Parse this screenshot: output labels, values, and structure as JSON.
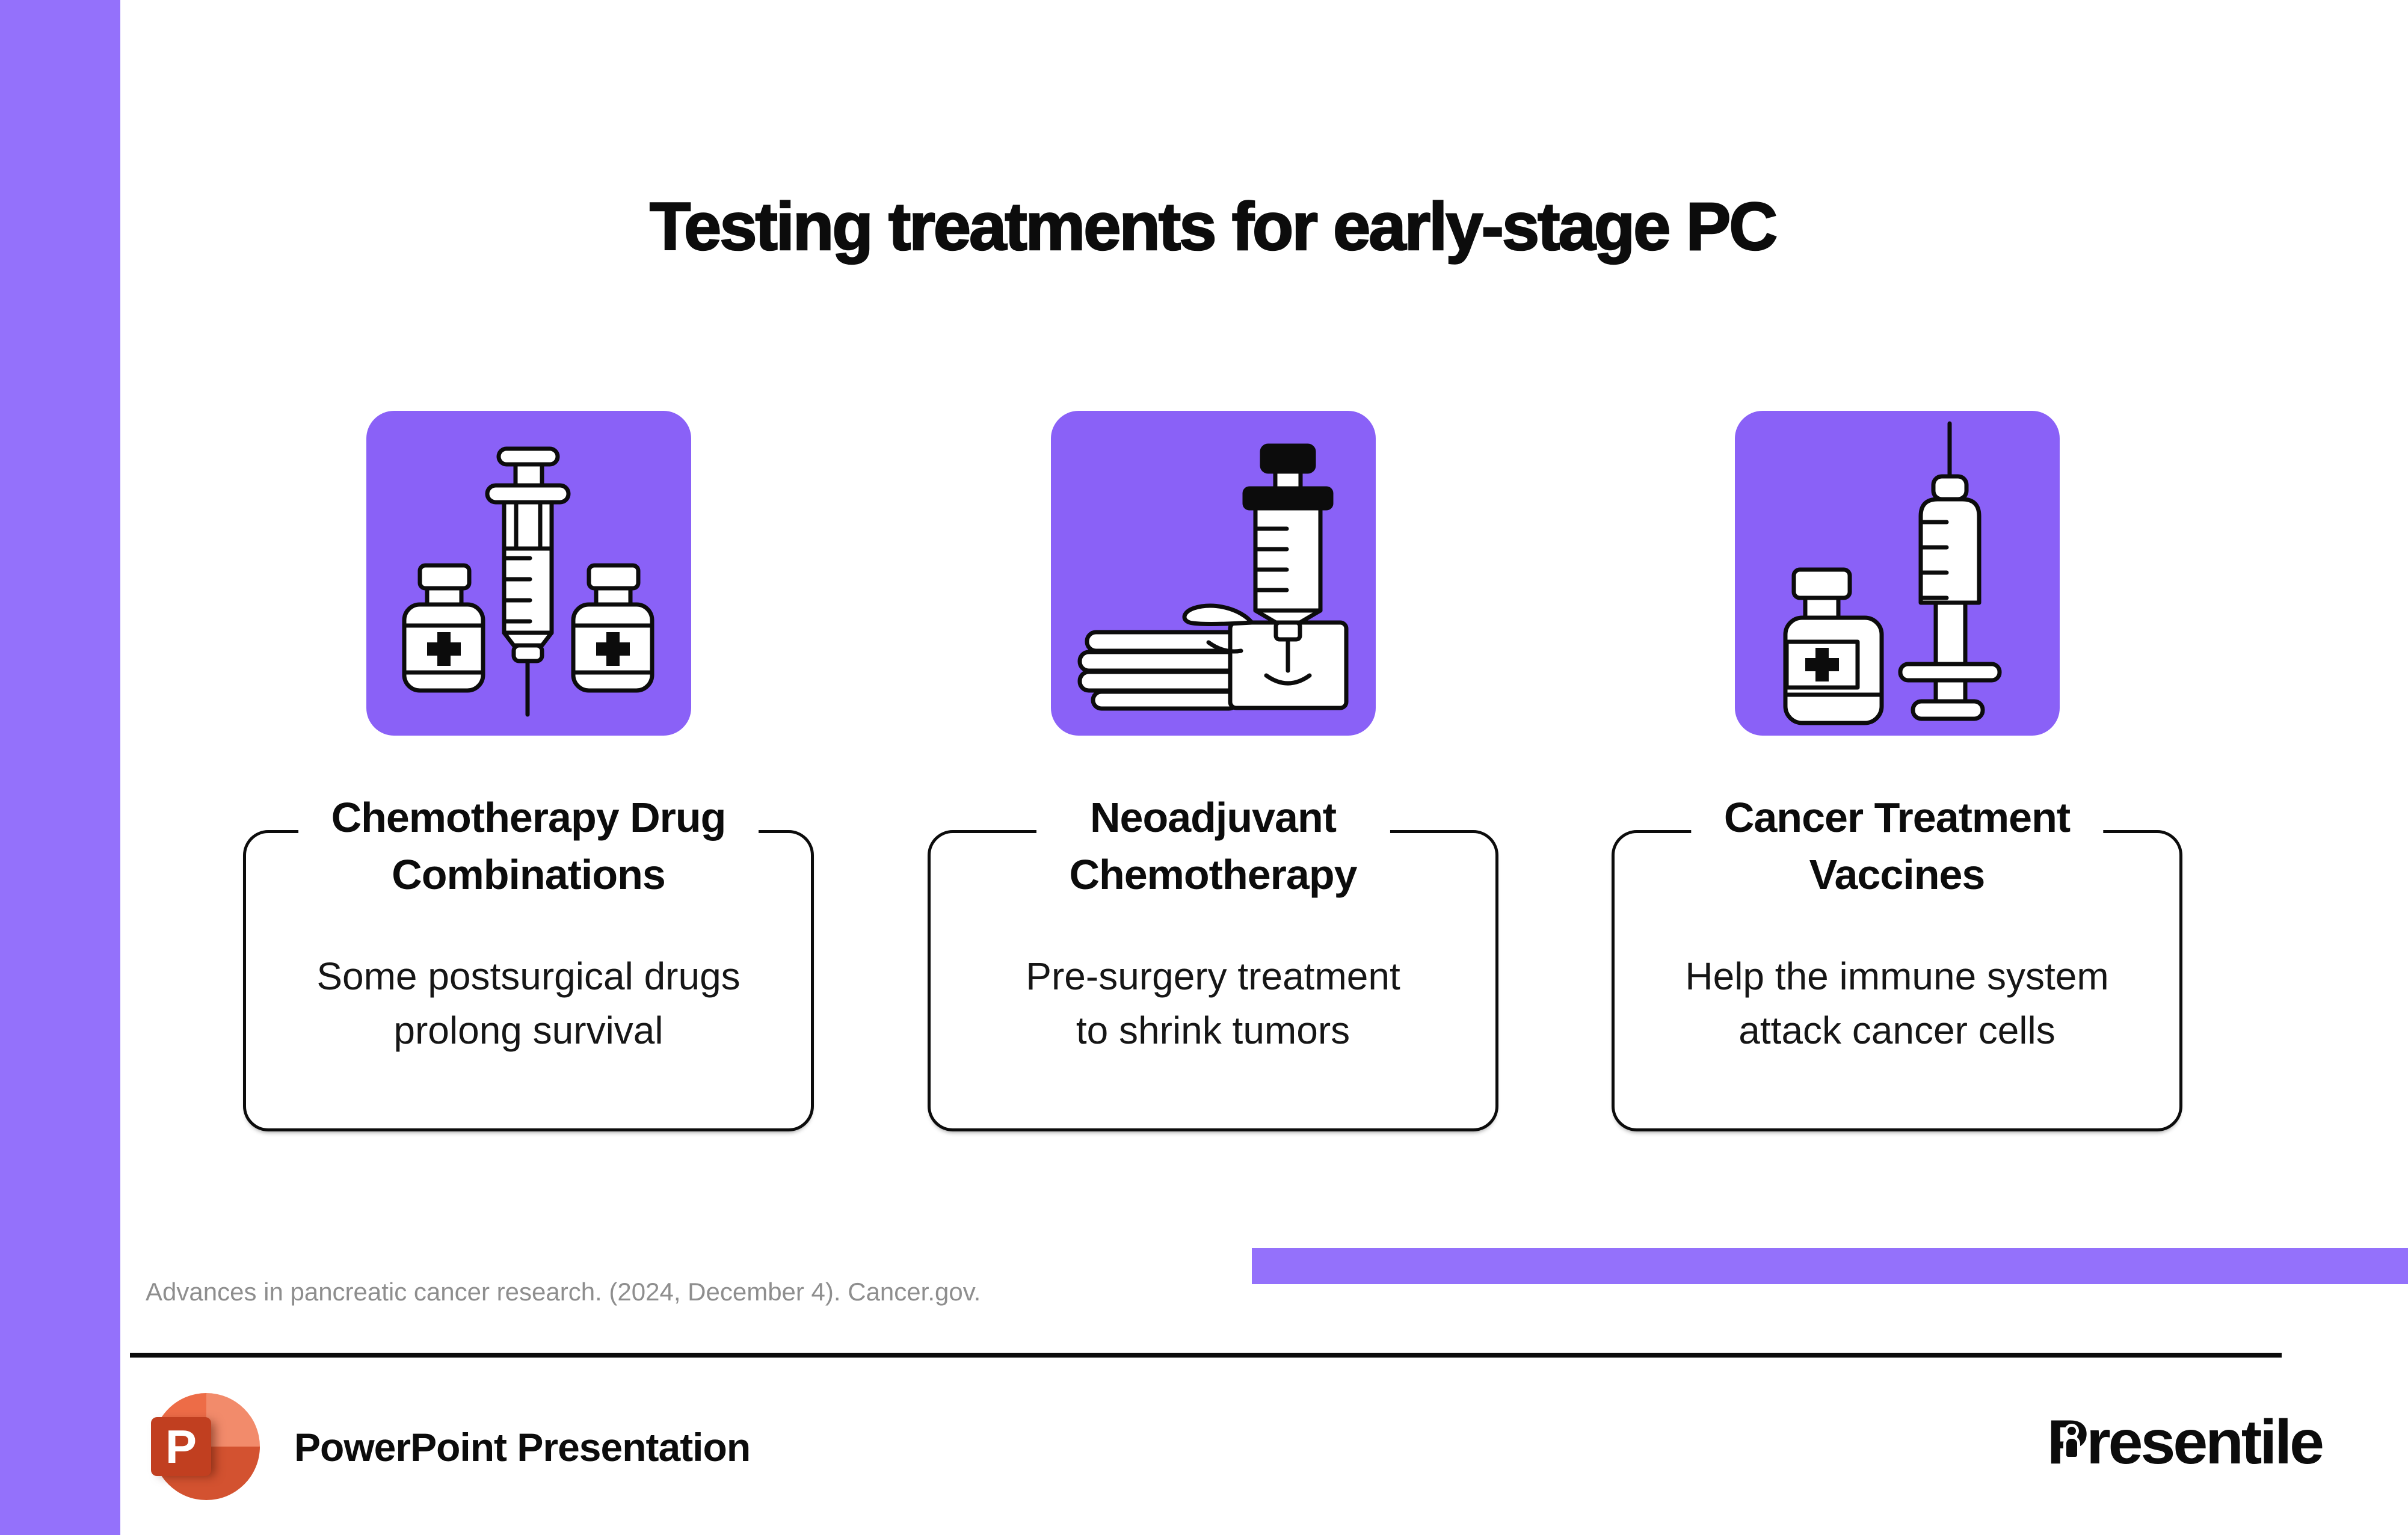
{
  "colors": {
    "accent-purple": "#9471FB",
    "tile-purple": "#8A61F7",
    "ink": "#0C0C0C",
    "citation-gray": "#8E8E8E",
    "ppt-red-square": "#C13F20",
    "ppt-circle-topleft": "#ED6C47",
    "ppt-circle-topright": "#F28B6B",
    "ppt-circle-bottom": "#D35230"
  },
  "slide": {
    "title": "Testing treatments for early-stage PC",
    "columns": [
      {
        "icon": "chemo-drug-combinations-icon",
        "header_line1": "Chemotherapy Drug",
        "header_line2": "Combinations",
        "body_line1": "Some postsurgical drugs",
        "body_line2": "prolong survival"
      },
      {
        "icon": "neoadjuvant-injection-icon",
        "header_line1": "Neoadjuvant",
        "header_line2": "Chemotherapy",
        "body_line1": "Pre-surgery treatment",
        "body_line2": "to shrink tumors"
      },
      {
        "icon": "cancer-vaccine-icon",
        "header_line1": "Cancer Treatment",
        "header_line2": "Vaccines",
        "body_line1": "Help the immune system",
        "body_line2": "attack cancer cells"
      }
    ],
    "citation": "Advances in pancreatic cancer research. (2024, December 4). Cancer.gov.",
    "footer": {
      "document_label": "PowerPoint Presentation",
      "powerpoint_icon_letter": "P",
      "brand_name": "Presentile"
    }
  }
}
